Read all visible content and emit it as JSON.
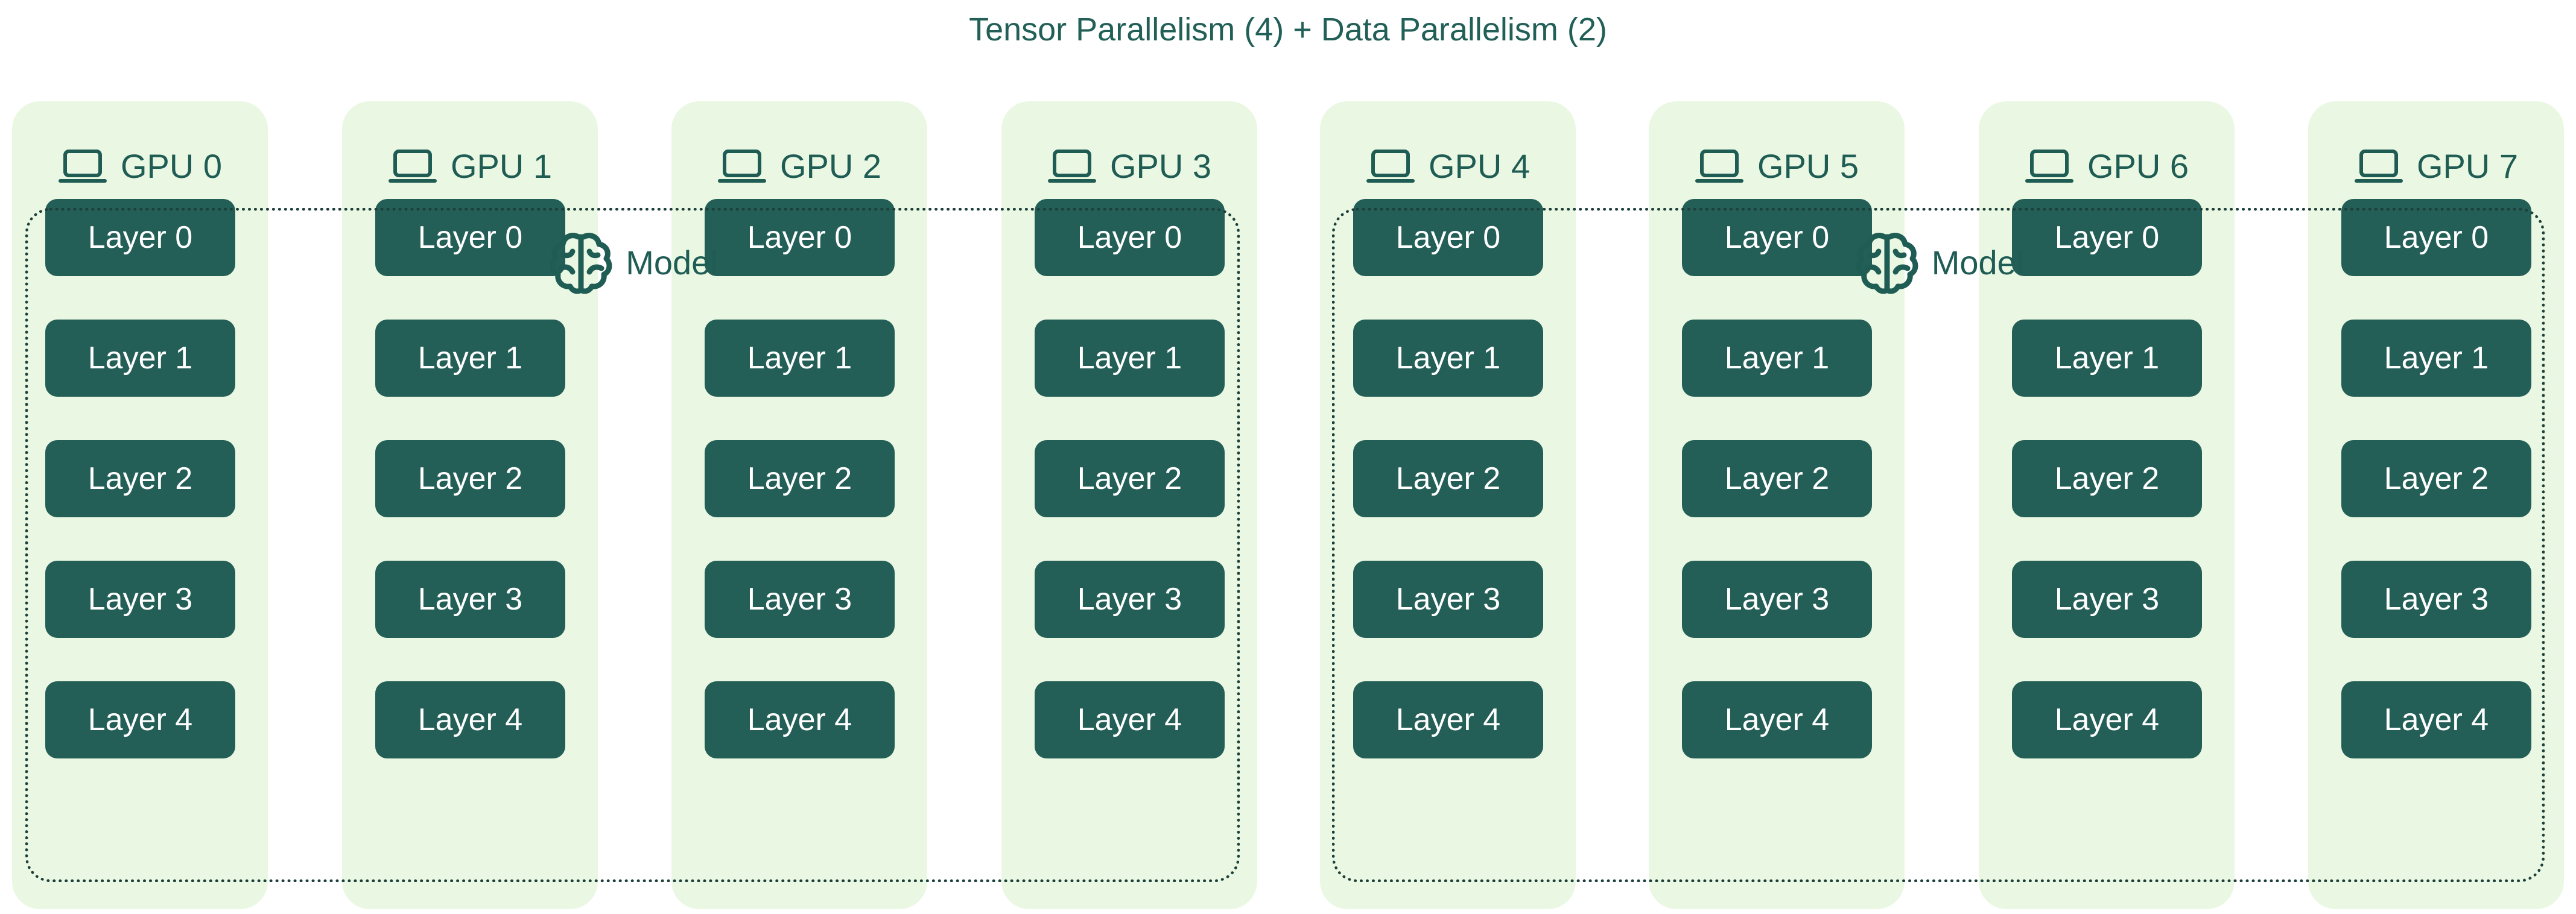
{
  "title": "Tensor Parallelism (4) + Data Parallelism (2)",
  "colors": {
    "gpu_background": "#eaf8e3",
    "layer_fill": "#245f57",
    "layer_text": "#ffffff",
    "text": "#1f5c54",
    "group_border": "#1d3f3a"
  },
  "icons": {
    "gpu": "laptop-icon",
    "model": "brain-icon"
  },
  "gpus": [
    {
      "label": "GPU 0",
      "layers": [
        "Layer 0",
        "Layer 1",
        "Layer 2",
        "Layer 3",
        "Layer 4"
      ]
    },
    {
      "label": "GPU 1",
      "layers": [
        "Layer 0",
        "Layer 1",
        "Layer 2",
        "Layer 3",
        "Layer 4"
      ]
    },
    {
      "label": "GPU 2",
      "layers": [
        "Layer 0",
        "Layer 1",
        "Layer 2",
        "Layer 3",
        "Layer 4"
      ]
    },
    {
      "label": "GPU 3",
      "layers": [
        "Layer 0",
        "Layer 1",
        "Layer 2",
        "Layer 3",
        "Layer 4"
      ]
    },
    {
      "label": "GPU 4",
      "layers": [
        "Layer 0",
        "Layer 1",
        "Layer 2",
        "Layer 3",
        "Layer 4"
      ]
    },
    {
      "label": "GPU 5",
      "layers": [
        "Layer 0",
        "Layer 1",
        "Layer 2",
        "Layer 3",
        "Layer 4"
      ]
    },
    {
      "label": "GPU 6",
      "layers": [
        "Layer 0",
        "Layer 1",
        "Layer 2",
        "Layer 3",
        "Layer 4"
      ]
    },
    {
      "label": "GPU 7",
      "layers": [
        "Layer 0",
        "Layer 1",
        "Layer 2",
        "Layer 3",
        "Layer 4"
      ]
    }
  ],
  "model_groups": [
    {
      "label": "Model",
      "gpus": [
        "GPU 0",
        "GPU 1",
        "GPU 2",
        "GPU 3"
      ]
    },
    {
      "label": "Model",
      "gpus": [
        "GPU 4",
        "GPU 5",
        "GPU 6",
        "GPU 7"
      ]
    }
  ]
}
